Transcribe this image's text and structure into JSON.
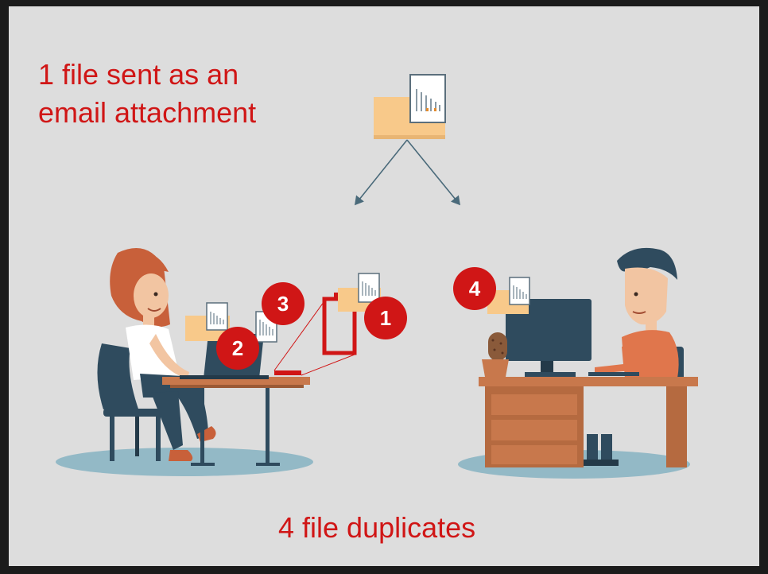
{
  "caption_top": {
    "line1": "1 file sent as an",
    "line2": "email attachment"
  },
  "caption_bottom": "4 file duplicates",
  "badges": [
    {
      "id": "badge-1",
      "label": "1"
    },
    {
      "id": "badge-2",
      "label": "2"
    },
    {
      "id": "badge-3",
      "label": "3"
    },
    {
      "id": "badge-4",
      "label": "4"
    }
  ],
  "colors": {
    "accent_red": "#d01616",
    "background": "#dddddd",
    "frame": "#1b1b1b",
    "envelope": "#f8c98a",
    "desk_wood": "#c8784c",
    "floor_shadow": "#93b9c6",
    "arrow": "#4a6a7a"
  },
  "icons": [
    "email-envelope-icon",
    "document-chart-icon",
    "arrow-icon",
    "woman-at-desk-illustration",
    "man-at-desk-illustration",
    "laptop-icon",
    "monitor-icon",
    "cactus-plant-icon",
    "usb-drive-icon"
  ]
}
